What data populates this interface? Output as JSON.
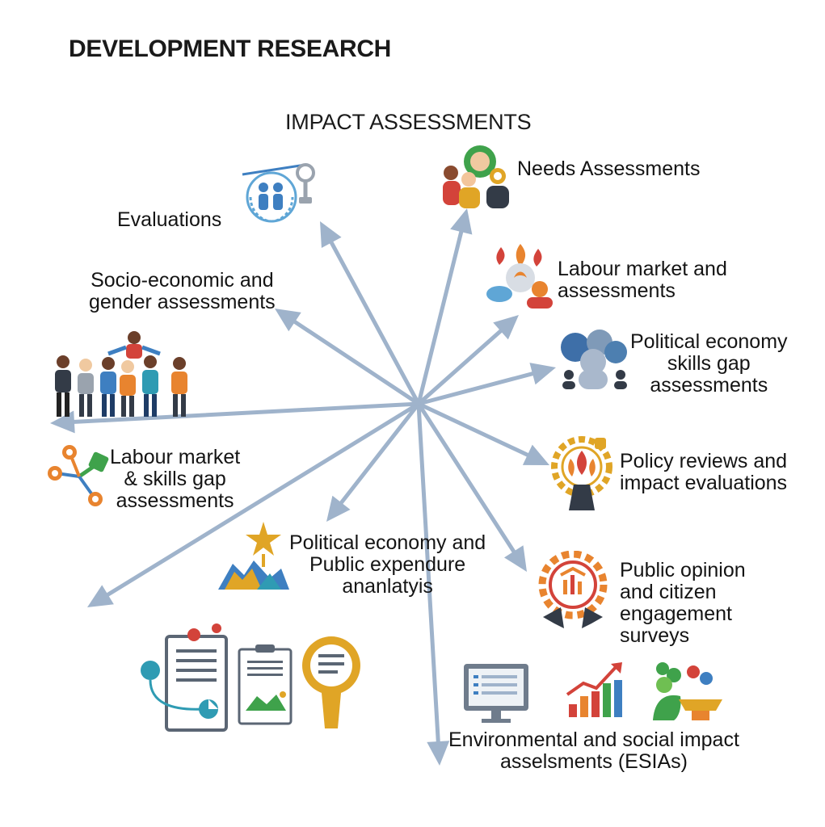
{
  "title": "DEVELOPMENT RESEARCH",
  "subtitle": "IMPACT ASSESSMENTS",
  "colors": {
    "arrow": "#9fb3cb",
    "blue": "#3e7fc1",
    "orange": "#e8842f",
    "red": "#d3433a",
    "green": "#3fa24b",
    "teal": "#2f9bb3",
    "gold": "#e0a526",
    "dark": "#333b47"
  },
  "nodes": [
    {
      "id": "needs",
      "icon": "community-people-icon",
      "lines": [
        "Needs Assessments"
      ]
    },
    {
      "id": "labour-market-1",
      "icon": "flame-people-icon",
      "lines": [
        "Labour market and",
        "assessments"
      ]
    },
    {
      "id": "political-skills",
      "icon": "network-people-icon",
      "lines": [
        "Political economy",
        "skills gap",
        "assessments"
      ]
    },
    {
      "id": "policy-reviews",
      "icon": "gear-lamp-icon",
      "lines": [
        "Policy reviews and",
        "impact evaluations"
      ]
    },
    {
      "id": "public-opinion",
      "icon": "survey-badge-icon",
      "lines": [
        "Public opinion",
        "and citizen",
        "engagement",
        "surveys"
      ]
    },
    {
      "id": "esia",
      "icon": "monitor-chart-plant-icon",
      "lines": [
        "Environmental and social impact",
        "asselsments (ESIAs)"
      ]
    },
    {
      "id": "political-expenditure",
      "icon": "mountain-star-icon",
      "lines": [
        "Political economy and",
        "Public expendure",
        "ananlatyis"
      ]
    },
    {
      "id": "documents",
      "icon": "clipboard-magnifier-icon",
      "lines": []
    },
    {
      "id": "labour-market-2",
      "icon": "connected-nodes-icon",
      "lines": [
        "Labour market",
        "& skills  gap",
        "assessments"
      ]
    },
    {
      "id": "crowd",
      "icon": "crowd-people-icon",
      "lines": []
    },
    {
      "id": "socio-economic",
      "icon": "",
      "lines": [
        "Socio-economic and",
        "gender assessments"
      ]
    },
    {
      "id": "evaluations",
      "icon": "un-emblem-magnifier-icon",
      "lines": [
        "Evaluations"
      ]
    }
  ]
}
